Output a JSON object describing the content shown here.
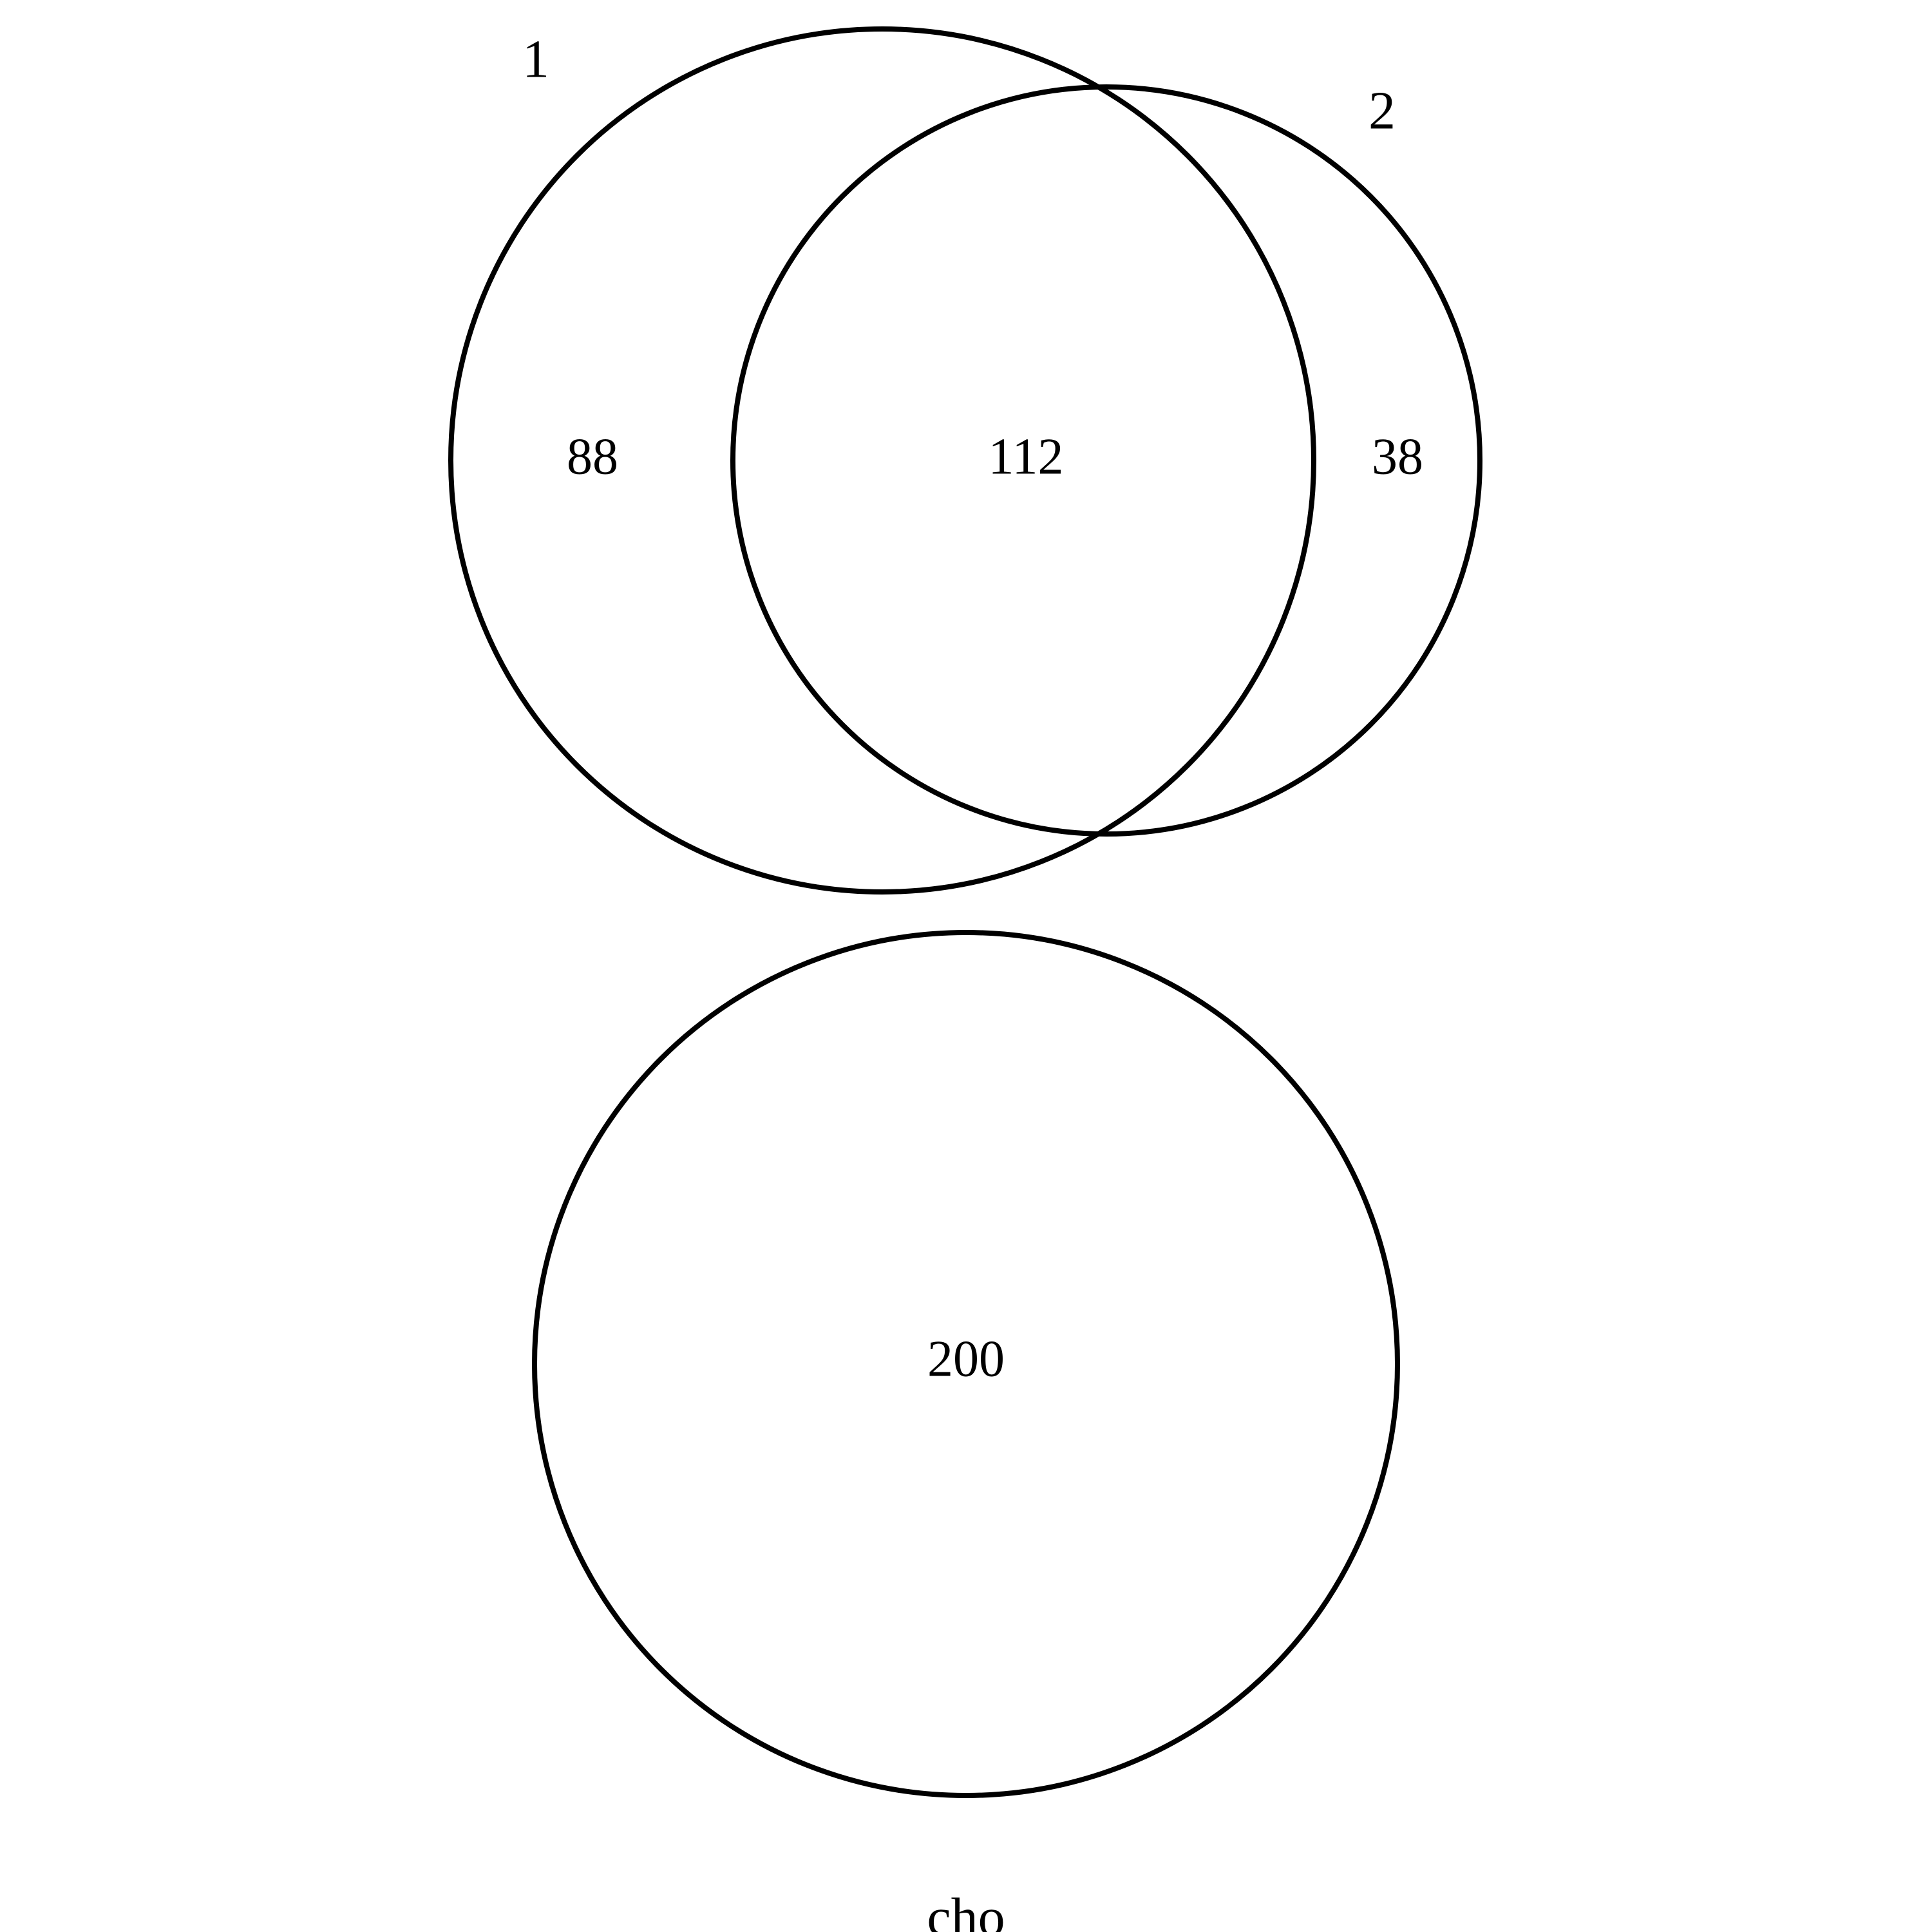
{
  "diagram": {
    "type": "venn",
    "sets": [
      {
        "label": "1"
      },
      {
        "label": "2"
      },
      {
        "label": "cho"
      }
    ],
    "regions": {
      "set1_only": "88",
      "set1_and_set2": "112",
      "set2_only": "38",
      "cho_only": "200"
    },
    "stroke_color": "#000000"
  }
}
